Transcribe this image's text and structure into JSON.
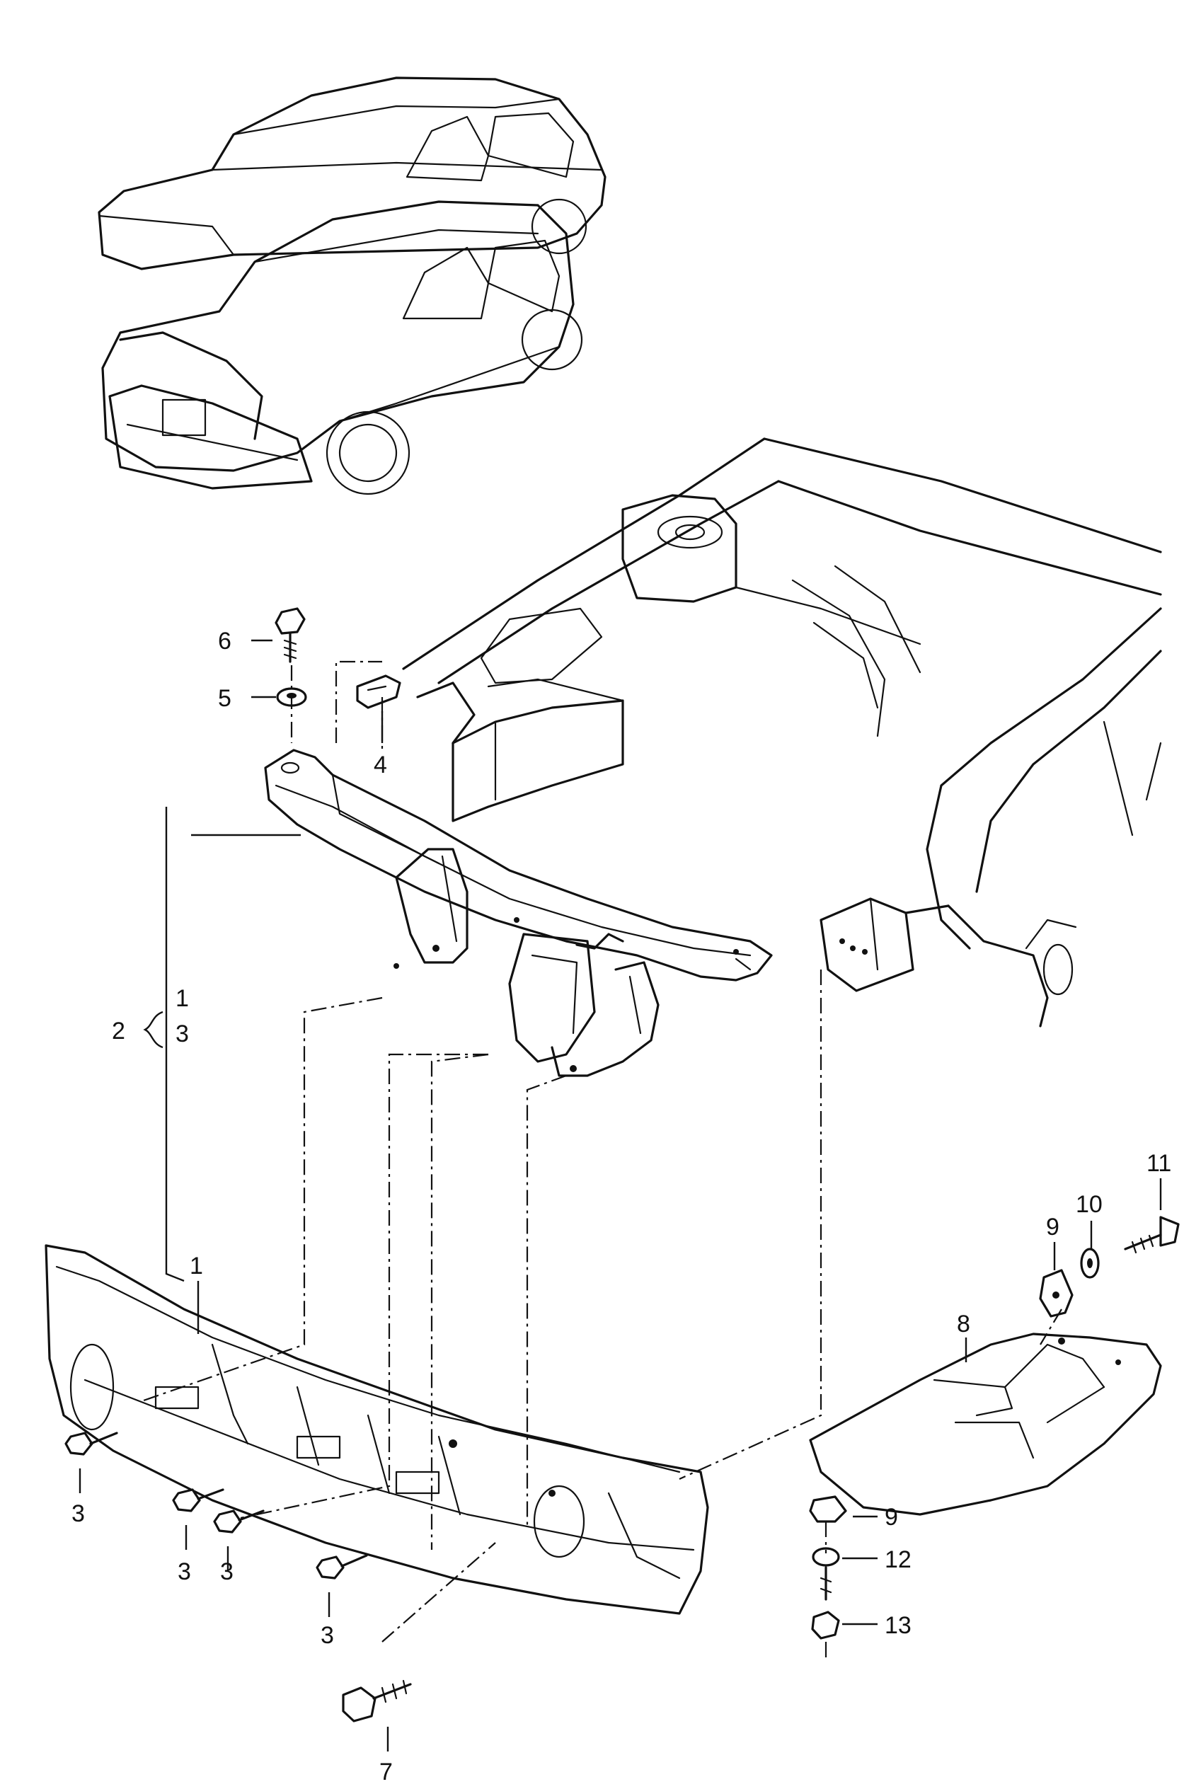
{
  "colors": {
    "line": "#111111",
    "background": "#ffffff"
  },
  "callouts": {
    "c1_top": "1",
    "c1_bumper": "1",
    "c2": "2",
    "c3_group": "3",
    "c3_a": "3",
    "c3_b": "3",
    "c3_c": "3",
    "c3_d": "3",
    "c4": "4",
    "c5": "5",
    "c6": "6",
    "c7": "7",
    "c8": "8",
    "c9_top": "9",
    "c9_bottom": "9",
    "c10": "10",
    "c11": "11",
    "c12": "12",
    "c13": "13"
  }
}
